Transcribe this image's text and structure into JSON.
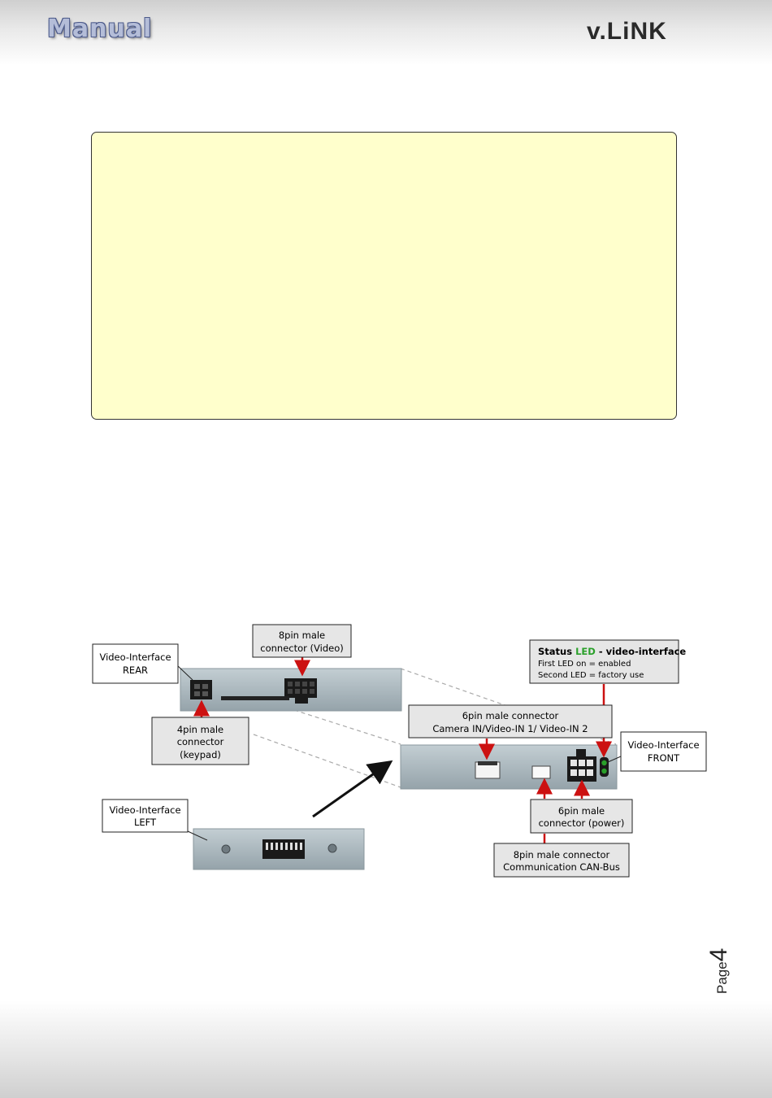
{
  "header": {
    "manual_logo": "Manual",
    "brand_logo": "v.LiNK"
  },
  "diagram": {
    "rear": {
      "line1": "Video-Interface",
      "line2": "REAR"
    },
    "video8": {
      "line1": "8pin male",
      "line2": "connector (Video)"
    },
    "keypad4": {
      "line1": "4pin male",
      "line2": "connector",
      "line3": "(keypad)"
    },
    "left": {
      "line1": "Video-Interface",
      "line2": "LEFT"
    },
    "status": {
      "prefix": "Status ",
      "led": "LED",
      "suffix": " - video-interface",
      "line2": "First LED on = enabled",
      "line3": "Second LED = factory use"
    },
    "camera6": {
      "line1": "6pin male connector",
      "line2": "Camera IN/Video-IN 1/ Video-IN 2"
    },
    "front": {
      "line1": "Video-Interface",
      "line2": "FRONT"
    },
    "power6": {
      "line1": "6pin male",
      "line2": "connector (power)"
    },
    "can8": {
      "line1": "8pin male connector",
      "line2": "Communication CAN-Bus"
    },
    "colors": {
      "arrow": "#cc1111",
      "led": "#2aa02a",
      "box_fill": "#e6e6e6",
      "device": "#a7b5bb"
    }
  },
  "page": {
    "word": "Page",
    "number": "4"
  }
}
